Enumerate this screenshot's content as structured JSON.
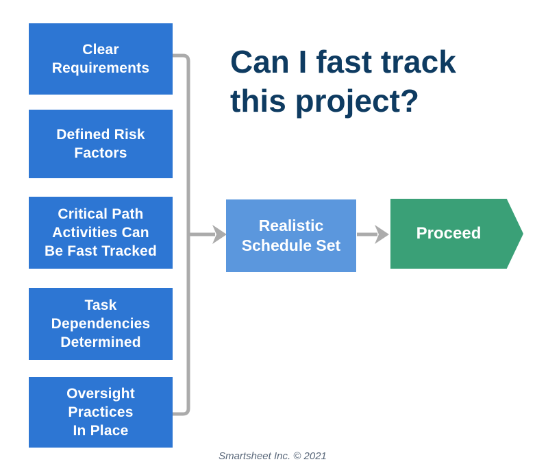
{
  "title": {
    "text": "Can I fast track\nthis project?"
  },
  "factors": [
    {
      "label": "Clear\nRequirements"
    },
    {
      "label": "Defined Risk\nFactors"
    },
    {
      "label": "Critical Path\nActivities Can\nBe Fast Tracked"
    },
    {
      "label": "Task\nDependencies\nDetermined"
    },
    {
      "label": "Oversight\nPractices\nIn Place"
    }
  ],
  "decision": {
    "label": "Realistic\nSchedule Set"
  },
  "outcome": {
    "label": "Proceed"
  },
  "footer": {
    "text": "Smartsheet Inc. © 2021"
  },
  "colors": {
    "factor_box": "#2D76D3",
    "decision_box": "#5B97DD",
    "outcome_shape": "#3AA077",
    "title_text": "#0E3B61",
    "connector": "#ABABAB",
    "footer_text": "#5A687A",
    "label_text": "#FFFFFF",
    "background": "#FFFFFF"
  }
}
